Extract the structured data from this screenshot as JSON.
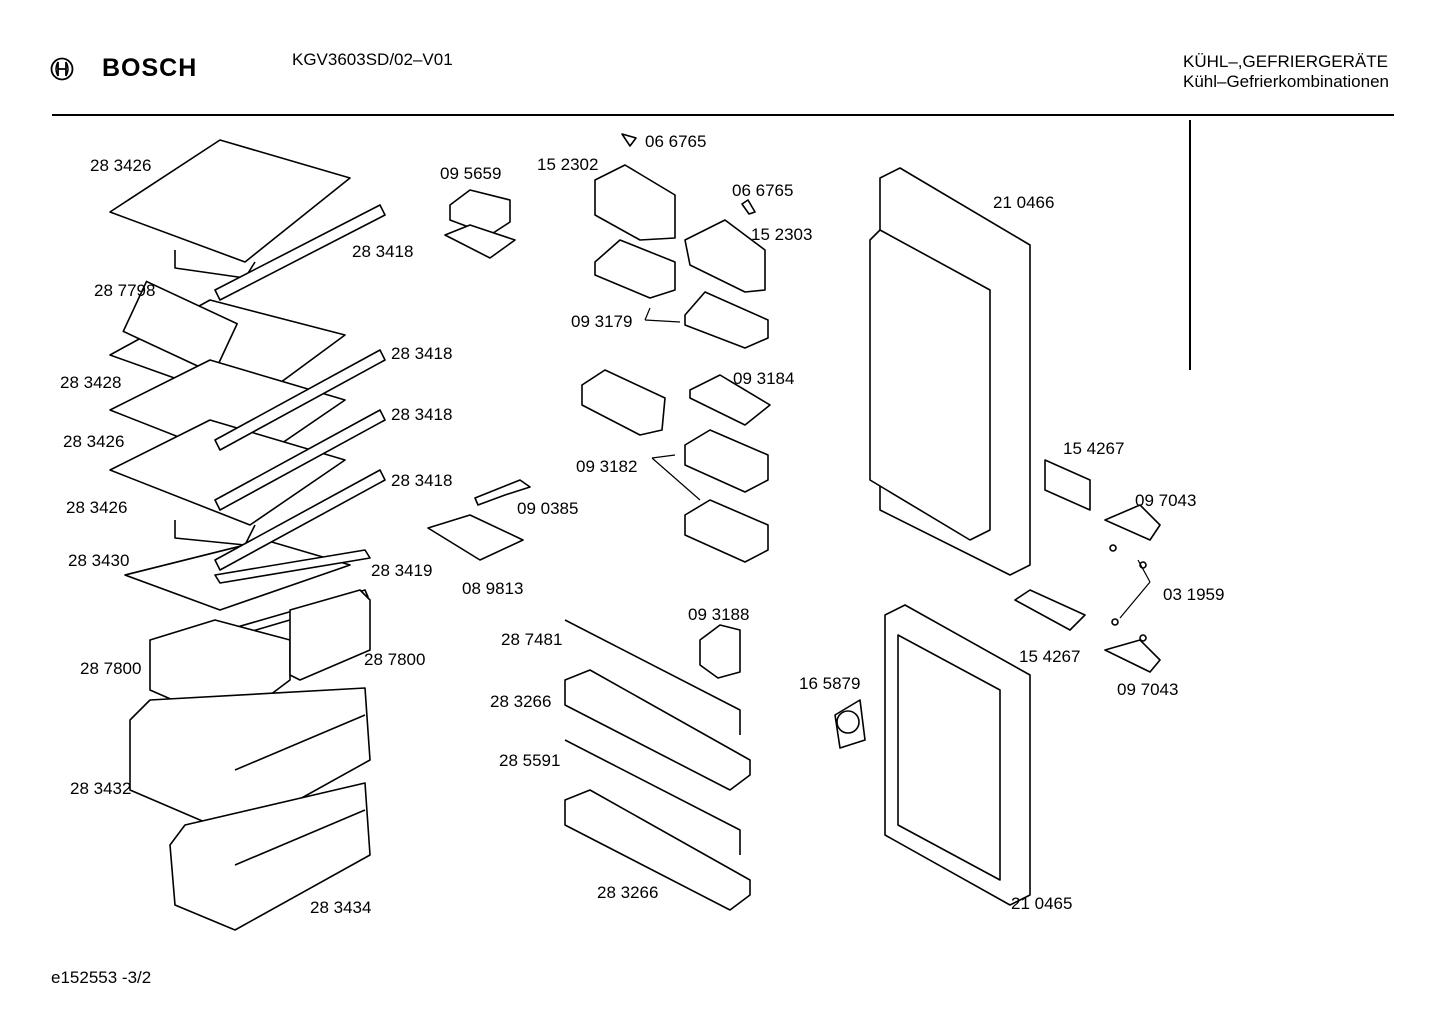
{
  "header": {
    "brand": "BOSCH",
    "model": "KGV3603SD/02–V01",
    "category_line1": "KÜHL–,GEFRIERGERÄTE",
    "category_line2": "Kühl–Gefrierkombinationen"
  },
  "footer": {
    "doc_id": "e152553   -3/2"
  },
  "parts": [
    {
      "id": "p01",
      "label": "28 3426"
    },
    {
      "id": "p02",
      "label": "28 3418"
    },
    {
      "id": "p03",
      "label": "28 7798"
    },
    {
      "id": "p04",
      "label": "28 3428"
    },
    {
      "id": "p05",
      "label": "28 3418"
    },
    {
      "id": "p06",
      "label": "28 3426"
    },
    {
      "id": "p07",
      "label": "28 3418"
    },
    {
      "id": "p08",
      "label": "28 3426"
    },
    {
      "id": "p09",
      "label": "28 3418"
    },
    {
      "id": "p10",
      "label": "28 3430"
    },
    {
      "id": "p11",
      "label": "28 3419"
    },
    {
      "id": "p12",
      "label": "28 7800"
    },
    {
      "id": "p13",
      "label": "28 7800"
    },
    {
      "id": "p14",
      "label": "28 3432"
    },
    {
      "id": "p15",
      "label": "28 3434"
    },
    {
      "id": "p16",
      "label": "09 5659"
    },
    {
      "id": "p17",
      "label": "09 0385"
    },
    {
      "id": "p18",
      "label": "08 9813"
    },
    {
      "id": "p19",
      "label": "06 6765"
    },
    {
      "id": "p20",
      "label": "15 2302"
    },
    {
      "id": "p21",
      "label": "06 6765"
    },
    {
      "id": "p22",
      "label": "15 2303"
    },
    {
      "id": "p23",
      "label": "09 3179"
    },
    {
      "id": "p24",
      "label": "09 3184"
    },
    {
      "id": "p25",
      "label": "09 3182"
    },
    {
      "id": "p26",
      "label": "09 3188"
    },
    {
      "id": "p27",
      "label": "28 7481"
    },
    {
      "id": "p28",
      "label": "28 3266"
    },
    {
      "id": "p29",
      "label": "28 5591"
    },
    {
      "id": "p30",
      "label": "28 3266"
    },
    {
      "id": "p31",
      "label": "16 5879"
    },
    {
      "id": "p32",
      "label": "21 0466"
    },
    {
      "id": "p33",
      "label": "15 4267"
    },
    {
      "id": "p34",
      "label": "09 7043"
    },
    {
      "id": "p35",
      "label": "03 1959"
    },
    {
      "id": "p36",
      "label": "15 4267"
    },
    {
      "id": "p37",
      "label": "09 7043"
    },
    {
      "id": "p38",
      "label": "21 0465"
    }
  ]
}
